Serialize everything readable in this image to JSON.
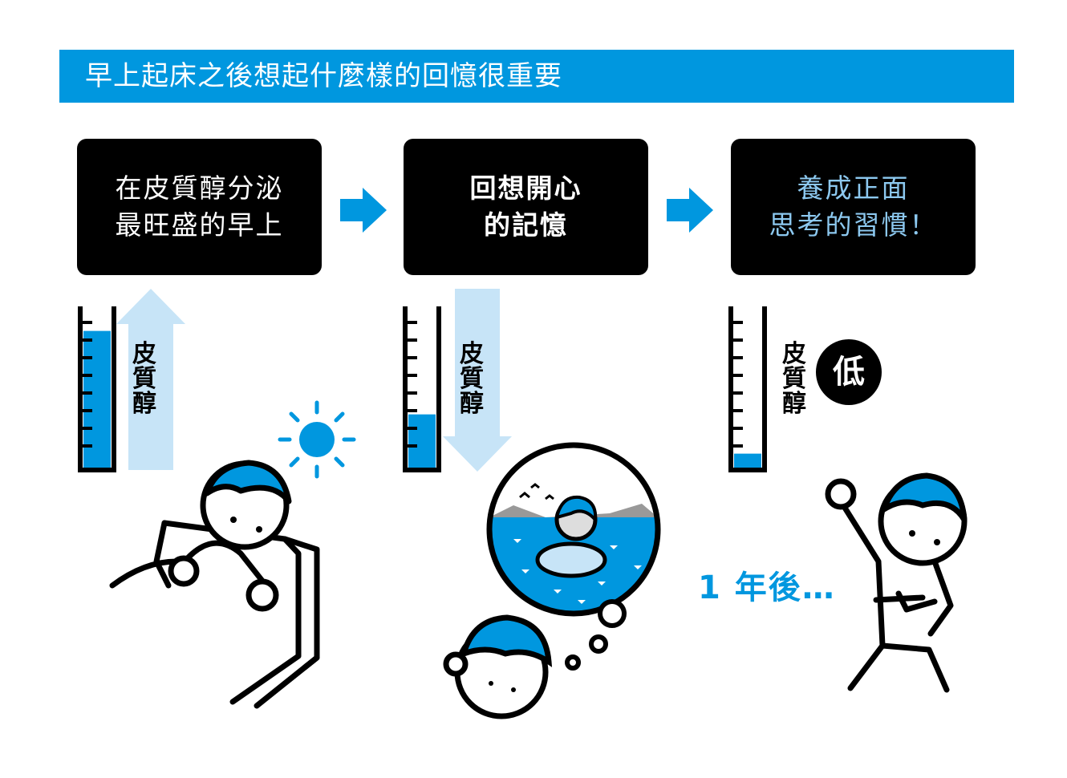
{
  "title": "早上起床之後想起什麼樣的回憶很重要",
  "steps": [
    {
      "line1": "在皮質醇分泌",
      "line2": "最旺盛的早上"
    },
    {
      "line1": "回想開心",
      "line2": "的記憶"
    },
    {
      "line1": "養成正面",
      "line2": "思考的習慣！"
    }
  ],
  "cortisol_label": [
    "皮",
    "質",
    "醇"
  ],
  "cortisol_levels": [
    0.85,
    0.34,
    0.1
  ],
  "low_badge": "低",
  "later_text": "1 年後…",
  "colors": {
    "accent": "#0097df",
    "light_blue": "#c7e4f7",
    "box": "#000000",
    "box_text_blue": "#8cc8ef"
  }
}
